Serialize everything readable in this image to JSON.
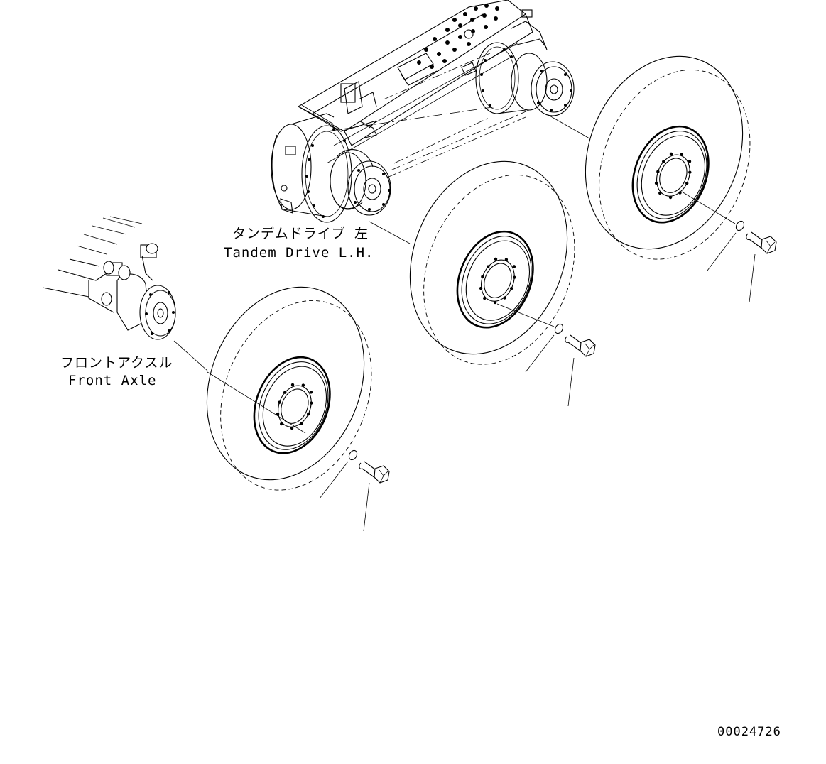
{
  "labels": {
    "tandem_jp": "タンデムドライブ 左",
    "tandem_en": "Tandem Drive L.H.",
    "front_jp": "フロントアクスル",
    "front_en": "Front Axle",
    "drawing_number": "00024726"
  },
  "icons": {
    "front_wheel": "wheel-tire-icon",
    "middle_wheel": "wheel-tire-icon",
    "rear_wheel": "wheel-tire-icon",
    "tandem_drive": "tandem-drive-housing-icon",
    "front_axle": "front-axle-hub-icon",
    "bolt": "bolt-icon",
    "washer": "washer-icon"
  },
  "colors": {
    "line": "#000000",
    "background": "#ffffff"
  }
}
